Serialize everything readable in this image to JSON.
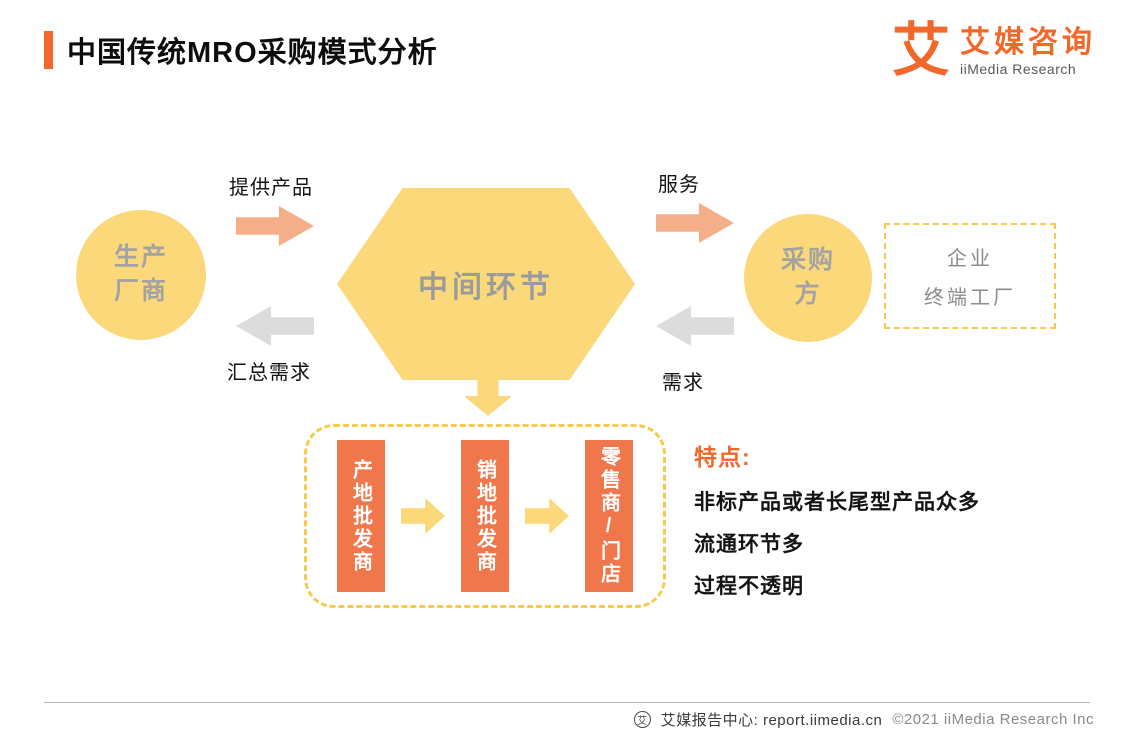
{
  "colors": {
    "accent_orange": "#F2682A",
    "shape_yellow": "#FBD97B",
    "arrow_salmon": "#F4AF8A",
    "arrow_gray": "#DCDCDC",
    "chain_box_orange": "#F0774C",
    "dashed_border_yellow": "#F6C94F"
  },
  "header": {
    "title": "中国传统MRO采购模式分析"
  },
  "logo": {
    "glyph": "艾",
    "name": "艾媒咨询",
    "subtitle": "iiMedia Research"
  },
  "diagram": {
    "producer": {
      "line1": "生产",
      "line2": "厂商"
    },
    "hexagon_label": "中间环节",
    "purchaser": {
      "line1": "采购",
      "line2": "方"
    },
    "end_box": {
      "line1": "企业",
      "line2": "终端工厂"
    },
    "arrow_labels": {
      "provide": "提供产品",
      "aggregate": "汇总需求",
      "service": "服务",
      "demand": "需求"
    },
    "chain": [
      "产地批发商",
      "销地批发商",
      "零售商/门店"
    ],
    "features": {
      "title": "特点:",
      "items": [
        "非标产品或者长尾型产品众多",
        "流通环节多",
        "过程不透明"
      ]
    }
  },
  "footer": {
    "icon_glyph": "艾",
    "source": "艾媒报告中心:  report.iimedia.cn",
    "copyright": "©2021  iiMedia Research  Inc"
  }
}
